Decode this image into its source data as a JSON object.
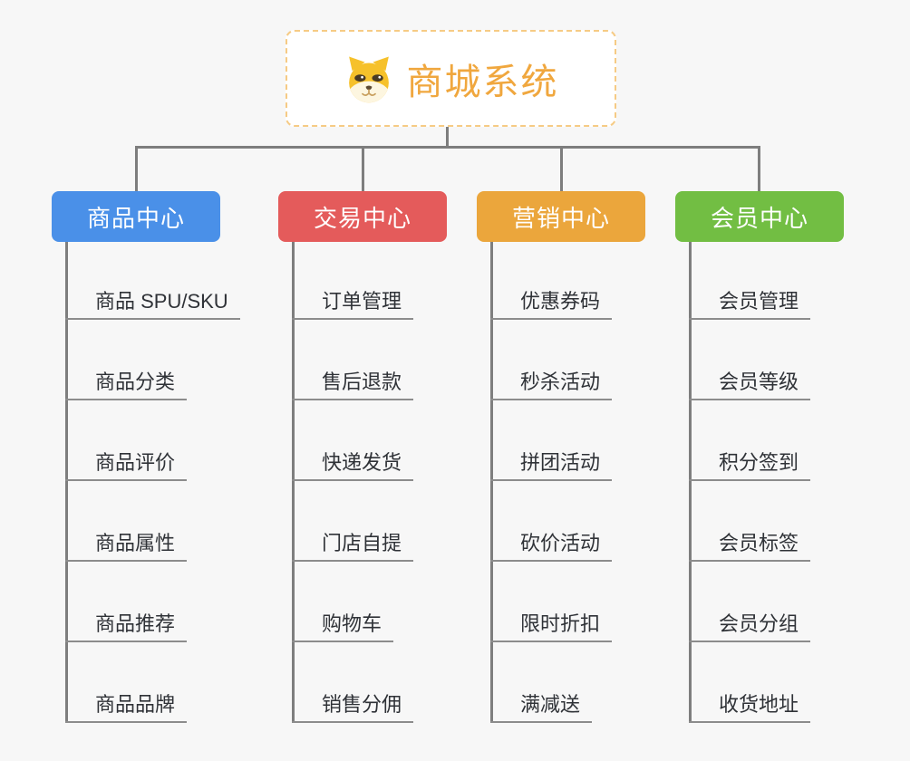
{
  "root": {
    "title": "商城系统",
    "icon": "dog-face-icon"
  },
  "palette": {
    "root_text": "#f0a73e",
    "root_border": "#f6cb85",
    "connector": "#7e7e7e",
    "leaf_underline": "#8c8c8c",
    "leaf_text": "#2f3237",
    "background": "#f7f7f7"
  },
  "branches": [
    {
      "id": "product-center",
      "label": "商品中心",
      "color": "#4a90e8",
      "children": [
        "商品 SPU/SKU",
        "商品分类",
        "商品评价",
        "商品属性",
        "商品推荐",
        "商品品牌"
      ]
    },
    {
      "id": "trade-center",
      "label": "交易中心",
      "color": "#e45b5b",
      "children": [
        "订单管理",
        "售后退款",
        "快递发货",
        "门店自提",
        "购物车",
        "销售分佣"
      ]
    },
    {
      "id": "marketing-center",
      "label": "营销中心",
      "color": "#eba63c",
      "children": [
        "优惠券码",
        "秒杀活动",
        "拼团活动",
        "砍价活动",
        "限时折扣",
        "满减送"
      ]
    },
    {
      "id": "member-center",
      "label": "会员中心",
      "color": "#72be43",
      "children": [
        "会员管理",
        "会员等级",
        "积分签到",
        "会员标签",
        "会员分组",
        "收货地址"
      ]
    }
  ]
}
